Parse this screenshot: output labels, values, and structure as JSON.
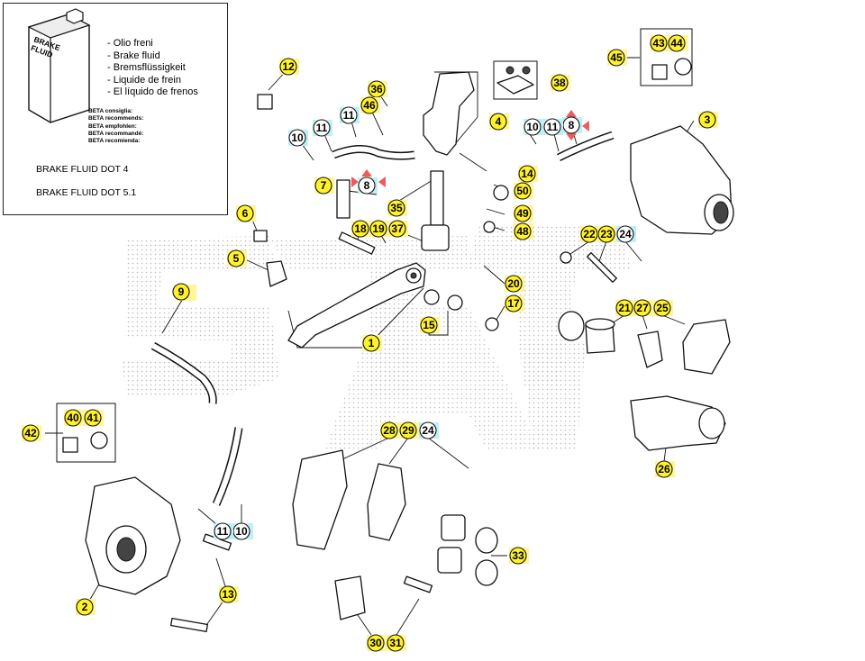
{
  "brake_fluid_box": {
    "bottle_label_line1": "BRAKE",
    "bottle_label_line2": "FLUID",
    "names": [
      "Olio freni",
      "Brake fluid",
      "Bremsflüssigkeit",
      "Liquide de frein",
      "El líquido de frenos"
    ],
    "recommends": [
      "BETA consiglia:",
      "BETA recommends:",
      "BETA empfohlen:",
      "BETA recommandé:",
      "BETA recomienda:"
    ],
    "spec_1": "BRAKE FLUID DOT 4",
    "spec_2": "BRAKE FLUID DOT 5.1"
  },
  "callouts": {
    "c1": "1",
    "c2": "2",
    "c3": "3",
    "c4": "4",
    "c5": "5",
    "c6": "6",
    "c7": "7",
    "c8": "8",
    "c9": "9",
    "c10": "10",
    "c11": "11",
    "c12": "12",
    "c13": "13",
    "c14": "14",
    "c15": "15",
    "c17": "17",
    "c18": "18",
    "c19": "19",
    "c20": "20",
    "c21": "21",
    "c22": "22",
    "c23": "23",
    "c24": "24",
    "c25": "25",
    "c26": "26",
    "c27": "27",
    "c28": "28",
    "c29": "29",
    "c30": "30",
    "c31": "31",
    "c33": "33",
    "c35": "35",
    "c36": "36",
    "c37": "37",
    "c38": "38",
    "c40": "40",
    "c41": "41",
    "c42": "42",
    "c43": "43",
    "c44": "44",
    "c45": "45",
    "c46": "46",
    "c48": "48",
    "c49": "49",
    "c50": "50"
  },
  "colors": {
    "label_yellow": "#fff12a",
    "label_cyan": "#bff0f6",
    "torque_marker_red": "#f05a5a"
  }
}
